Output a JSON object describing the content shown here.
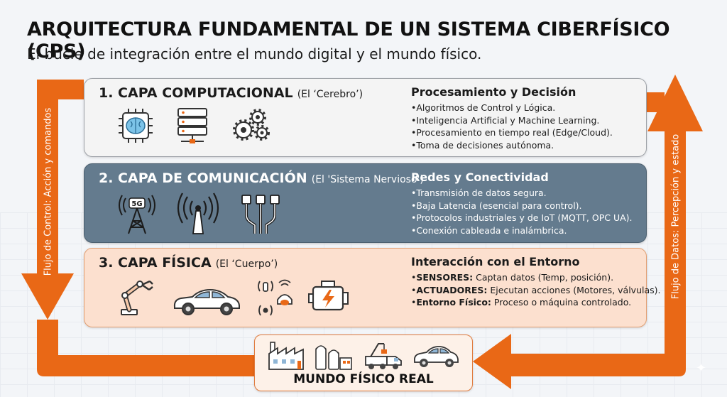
{
  "title": "ARQUITECTURA FUNDAMENTAL DE UN SISTEMA CIBERFÍSICO (CPS)",
  "subtitle": "El bucle de integración entre el mundo digital y el mundo físico.",
  "left_flow_label": "Flujo de Control: Acción y comandos",
  "right_flow_label": "Flujo de Datos: Percepción y estado",
  "colors": {
    "flow_orange": "#e96816",
    "layer1_bg": "#f4f4f4",
    "layer2_bg": "#647b8e",
    "layer3_bg": "#fce0cf"
  },
  "layers": [
    {
      "name": "1. CAPA COMPUTACIONAL",
      "alias": "(El ‘Cerebro’)",
      "heading": "Procesamiento y Decisión",
      "icons": [
        "cpu-brain-icon",
        "server-icon",
        "gears-icon"
      ],
      "items": [
        {
          "text": "Algoritmos de Control y Lógica."
        },
        {
          "text": "Inteligencia Artificial y Machine Learning."
        },
        {
          "text": "Procesamiento en tiempo real (Edge/Cloud)."
        },
        {
          "text": "Toma de decisiones autónoma."
        }
      ]
    },
    {
      "name": "2. CAPA DE COMUNICACIÓN",
      "alias": "(El 'Sistema Nervioso')",
      "heading": "Redes y Conectividad",
      "icons": [
        "5g-tower-icon",
        "wireless-antenna-icon",
        "ethernet-cables-icon"
      ],
      "items": [
        {
          "text": "Transmisión de datos segura."
        },
        {
          "text": "Baja Latencia (esencial para control)."
        },
        {
          "text": "Protocolos industriales y de IoT (MQTT, OPC UA)."
        },
        {
          "text": "Conexión cableada e inalámbrica."
        }
      ]
    },
    {
      "name": "3. CAPA FÍSICA",
      "alias": "(El ‘Cuerpo’)",
      "heading": "Interacción con el Entorno",
      "icons": [
        "robot-arm-icon",
        "car-icon",
        "sensors-icon",
        "engine-actuator-icon"
      ],
      "items": [
        {
          "bold": "SENSORES:",
          "text": " Captan datos (Temp, posición)."
        },
        {
          "bold": "ACTUADORES:",
          "text": " Ejecutan acciones (Motores, válvulas)."
        },
        {
          "bold": "Entorno Físico:",
          "text": " Proceso o máquina controlado."
        }
      ]
    }
  ],
  "world": {
    "label": "MUNDO FÍSICO REAL",
    "icons": [
      "factory-icon",
      "plant-icon",
      "crane-truck-icon",
      "car-icon"
    ]
  }
}
